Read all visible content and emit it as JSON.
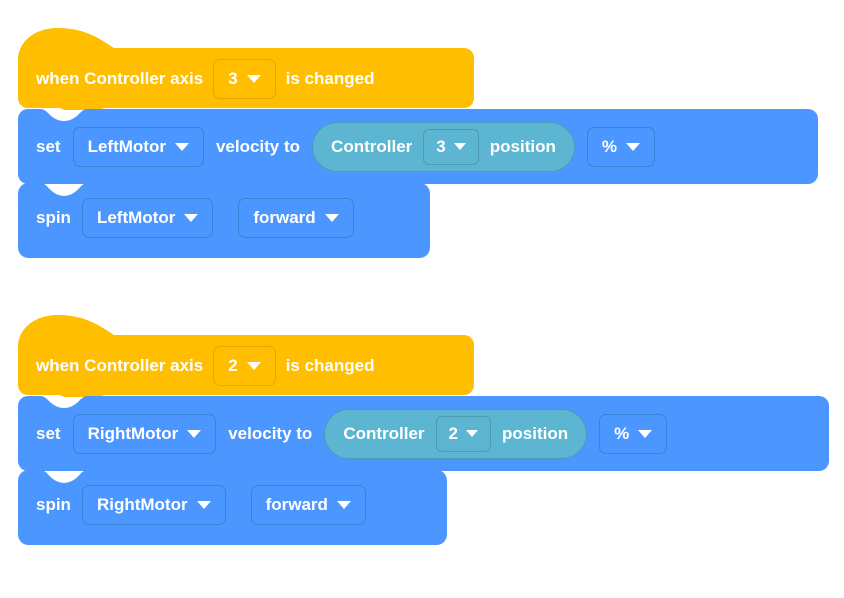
{
  "app": {
    "name": "VEX VR Block Workspace",
    "canvas_background": "#ffffff"
  },
  "palette": {
    "event_block_color": "#ffbf00",
    "event_block_border": "#e0a800",
    "motion_block_color": "#4c97ff",
    "motion_block_border": "#3d7fd6",
    "sensing_reporter_color": "#5cb6d1",
    "sensing_reporter_border": "#4a9cb6",
    "text_color": "#ffffff"
  },
  "icons": {
    "dropdown_caret": "chevron-down-icon"
  },
  "scripts": [
    {
      "id": "script-1",
      "hat": {
        "text_before": "when Controller axis",
        "axis_value": "3",
        "text_after": "is changed"
      },
      "blocks": [
        {
          "type": "set-velocity",
          "label_set": "set",
          "motor_value": "LeftMotor",
          "label_velocity_to": "velocity to",
          "reporter": {
            "label_controller": "Controller",
            "axis_value": "3",
            "label_position": "position"
          },
          "unit_value": "%"
        },
        {
          "type": "spin",
          "label_spin": "spin",
          "motor_value": "LeftMotor",
          "direction_value": "forward"
        }
      ]
    },
    {
      "id": "script-2",
      "hat": {
        "text_before": "when Controller axis",
        "axis_value": "2",
        "text_after": "is changed"
      },
      "blocks": [
        {
          "type": "set-velocity",
          "label_set": "set",
          "motor_value": "RightMotor",
          "label_velocity_to": "velocity to",
          "reporter": {
            "label_controller": "Controller",
            "axis_value": "2",
            "label_position": "position"
          },
          "unit_value": "%"
        },
        {
          "type": "spin",
          "label_spin": "spin",
          "motor_value": "RightMotor",
          "direction_value": "forward"
        }
      ]
    }
  ]
}
